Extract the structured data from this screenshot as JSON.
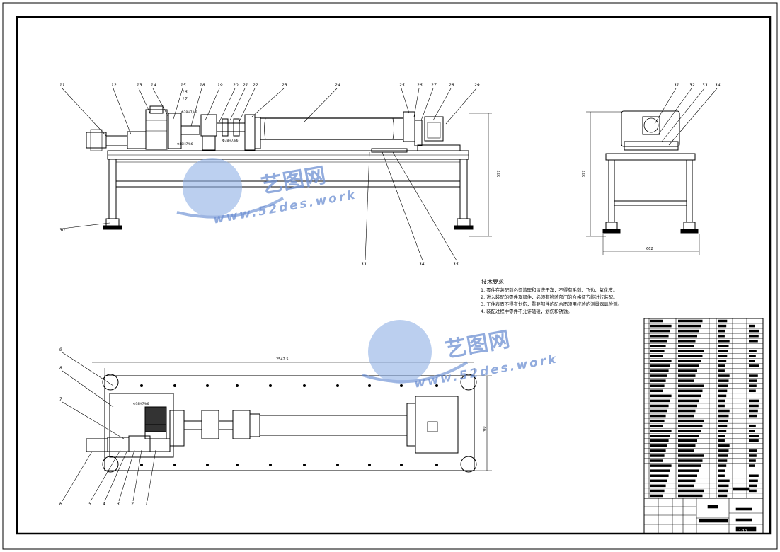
{
  "drawing": {
    "front_view": {
      "callouts": [
        "11",
        "12",
        "13",
        "14",
        "15",
        "16",
        "17",
        "18",
        "19",
        "20",
        "21",
        "22",
        "23",
        "24",
        "25",
        "26",
        "27",
        "28",
        "29",
        "30"
      ],
      "bottom_callouts": [
        "33",
        "34",
        "35"
      ],
      "fit_labels": [
        "Φ38H7/k6",
        "Φ48H7/k6",
        "Φ38H7/k6"
      ],
      "height_dim": "597"
    },
    "side_view": {
      "callouts": [
        "31",
        "32",
        "33",
        "34"
      ],
      "height_dim": "597",
      "width_dim": "662"
    },
    "top_view": {
      "callouts": [
        "9",
        "8",
        "7",
        "6",
        "5",
        "4",
        "3",
        "2",
        "1"
      ],
      "fit_label": "Φ38H7/k6",
      "length_dim": "2542.5",
      "width_dim": "700"
    },
    "tech_requirements": {
      "title": "技术要求",
      "lines": [
        "1. 零件在装配前必须清理和清洗干净，不得有毛刺、飞边、氧化皮。",
        "2. 进入装配的零件及部件，必须有检验部门的合格证方能进行装配。",
        "3. 工件表面不得有划伤，重要部件的配合面须用校验的测量器具检测。",
        "4. 装配过程中零件不允许磕碰，划伤和锈蚀。"
      ]
    },
    "title_block": {
      "scale": "1:10"
    },
    "watermark": {
      "brand": "艺图网",
      "url": "www.52des.work"
    }
  }
}
